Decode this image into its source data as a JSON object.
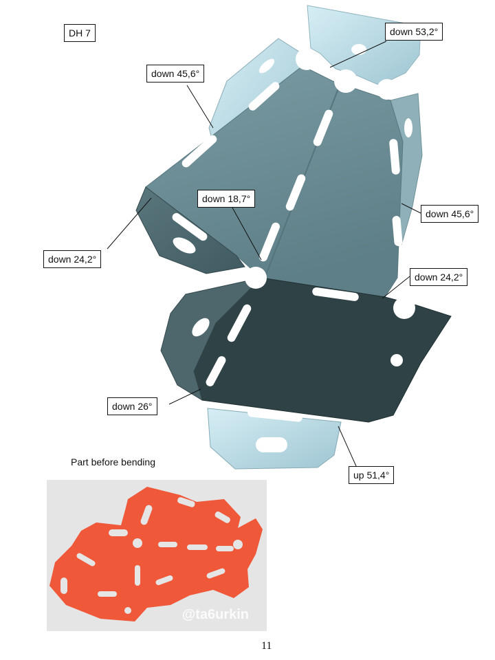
{
  "title": "DH 7",
  "labels": {
    "top_right": "down 53,2°",
    "upper_left": "down 45,6°",
    "center": "down 18,7°",
    "right": "down 45,6°",
    "left": "down 24,2°",
    "lower_right": "down 24,2°",
    "lower_left": "down 26°",
    "bottom": "up 51,4°"
  },
  "caption": "Part before bending",
  "watermark": "@ta6urkin",
  "page_number": "11",
  "colors": {
    "light_panel": "#b9dde8",
    "mid_panel": "#6f9199",
    "dark_panel": "#2f4347",
    "flat_part": "#f0583a"
  }
}
